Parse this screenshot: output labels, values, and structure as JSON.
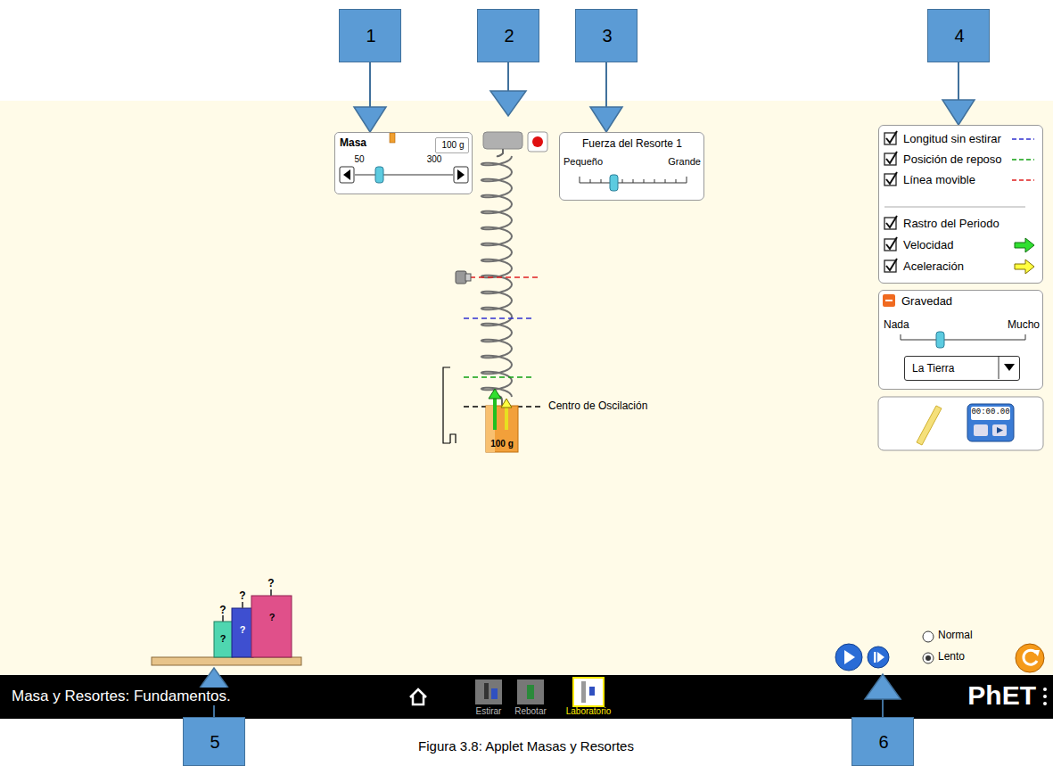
{
  "diagram": {
    "caption": "Figura 3.8: Applet Masas y Resortes",
    "nodes": [
      {
        "text": [
          "1"
        ]
      },
      {
        "text": [
          "2"
        ]
      },
      {
        "text": [
          "3"
        ]
      },
      {
        "text": [
          "4"
        ]
      },
      {
        "text": [
          "Masa",
          "50",
          "300"
        ]
      },
      {
        "text": [
          "100 g"
        ],
        "in": 4
      },
      {
        "text": [
          "Fuerza del Resorte 1",
          "Pequeño",
          "Grande"
        ]
      },
      {
        "text": [
          "Longitud sin estirar",
          "Posición de reposo",
          "Línea movible",
          "Rastro del Periodo",
          "Velocidad",
          "Aceleración"
        ]
      },
      {
        "text": [
          "Gravedad",
          "Nada",
          "Mucho"
        ]
      },
      {
        "text": [
          "La Tierra"
        ],
        "in": 8
      },
      {
        "text": [
          "100 g"
        ]
      },
      {
        "text": [
          "?",
          "?"
        ]
      },
      {
        "text": [
          "?",
          "?"
        ]
      },
      {
        "text": [
          "?",
          "?"
        ]
      },
      {
        "text": [
          "Masa y Resortes: Fundamentos.",
          "Estirar",
          "Rebotar",
          "Laboratorio",
          "PhET"
        ]
      },
      {
        "text": [
          "5"
        ]
      },
      {
        "text": [
          "6"
        ]
      }
    ],
    "edges": [
      {
        "from": 0,
        "to": 4,
        "arrow": "to"
      },
      {
        "from": 2,
        "to": 6,
        "arrow": "to"
      },
      {
        "from": 3,
        "to": 7,
        "arrow": "to"
      }
    ],
    "labels": [
      "Centro de Oscilación",
      "Normal",
      "Lento",
      "00:00.00"
    ]
  }
}
